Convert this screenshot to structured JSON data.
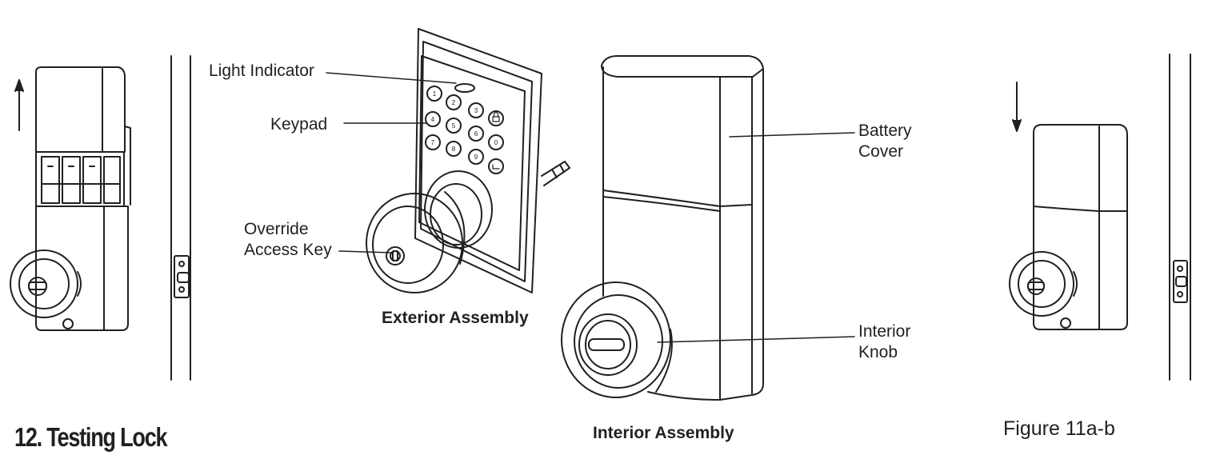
{
  "labels": {
    "light_indicator": "Light Indicator",
    "keypad": "Keypad",
    "override_line1": "Override",
    "override_line2": "Access Key",
    "battery_line1": "Battery",
    "battery_line2": "Cover",
    "knob_line1": "Interior",
    "knob_line2": "Knob"
  },
  "captions": {
    "exterior": "Exterior Assembly",
    "interior": "Interior Assembly",
    "figure": "Figure 11a-b"
  },
  "section": {
    "heading": "12. Testing Lock"
  },
  "keypad": {
    "keys": [
      "1",
      "2",
      "3",
      "4",
      "5",
      "6",
      "7",
      "8",
      "9",
      "0"
    ]
  },
  "icons": {
    "arrow_left": "arrow-up-icon",
    "arrow_right": "arrow-down-icon"
  }
}
